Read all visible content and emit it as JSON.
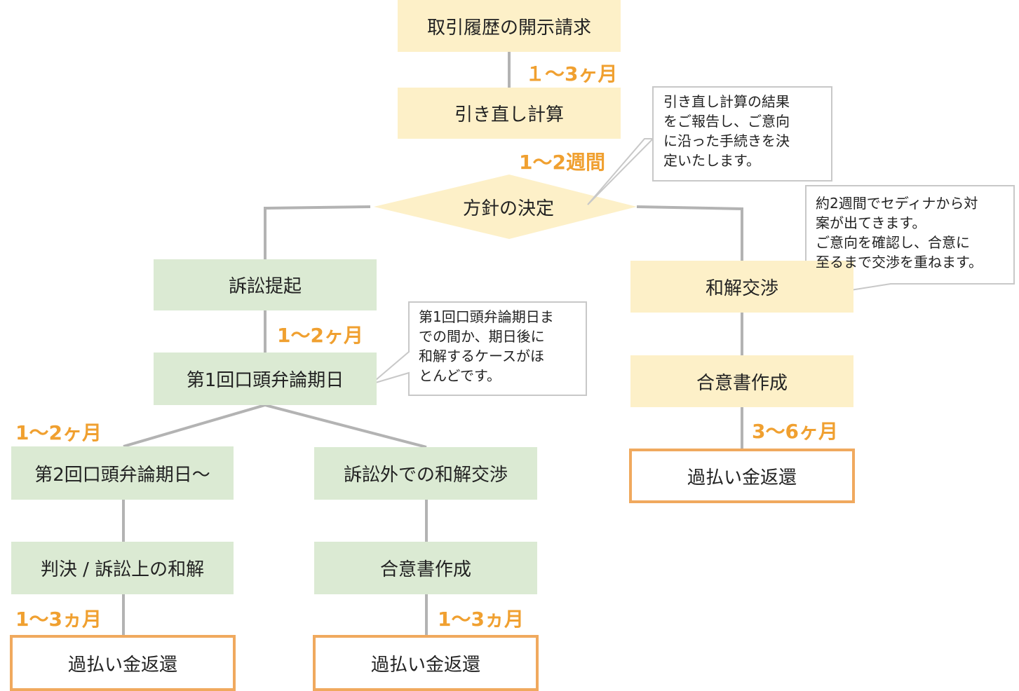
{
  "colors": {
    "yellow_box": "#fdf0c8",
    "green_box": "#dbead3",
    "final_border": "#f0a95e",
    "duration_text": "#f0a030",
    "connector": "#b3b3b3"
  },
  "nodes": {
    "disclosure": "取引履歴の開示請求",
    "recalc": "引き直し計算",
    "decision": "方針の決定",
    "lawsuit": "訴訟提起",
    "first_hearing": "第1回口頭弁論期日",
    "second_hearing": "第2回口頭弁論期日～",
    "judgment": "判決 / 訴訟上の和解",
    "refund_left": "過払い金返還",
    "outside_nego": "訴訟外での和解交渉",
    "agreement_mid": "合意書作成",
    "refund_mid": "過払い金返還",
    "settlement": "和解交渉",
    "agreement_right": "合意書作成",
    "refund_right": "過払い金返還"
  },
  "durations": {
    "d1": "１～3ヶ月",
    "d2": "1～2週間",
    "d3": "1～2ヶ月",
    "d4": "1～2ヶ月",
    "d5": "1～3ヵ月",
    "d6": "1～3ヵ月",
    "d7": "3～6ヶ月"
  },
  "notes": {
    "recalc_note": "引き直し計算の結果\nをご報告し、ご意向\nに沿った手続きを決\n定いたします。",
    "settlement_note": "約2週間でセディナから対\n案が出てきます。\nご意向を確認し、合意に\n至るまで交渉を重ねます。",
    "hearing_note": "第1回口頭弁論期日ま\nでの間か、期日後に\n和解するケースがほ\nとんどです。"
  }
}
